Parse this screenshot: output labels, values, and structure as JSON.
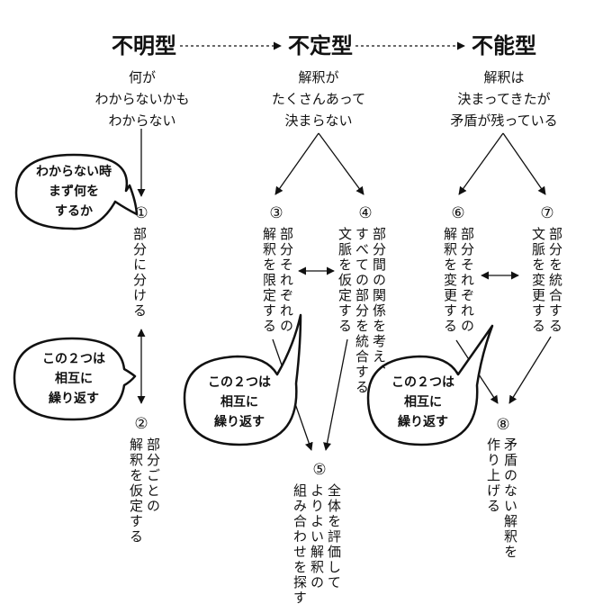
{
  "types": [
    {
      "title": "不明型",
      "description": [
        "何が",
        "わからないかも",
        "わからない"
      ]
    },
    {
      "title": "不定型",
      "description": [
        "解釈が",
        "たくさんあって",
        "決まらない"
      ]
    },
    {
      "title": "不能型",
      "description": [
        "解釈は",
        "決まってきたが",
        "矛盾が残っている"
      ]
    }
  ],
  "steps": [
    {
      "number": "①",
      "lines": [
        "部分に分ける"
      ]
    },
    {
      "number": "②",
      "lines": [
        "部分ごとの",
        "解釈を仮定する"
      ]
    },
    {
      "number": "③",
      "lines": [
        "部分それぞれの",
        "解釈を限定する"
      ]
    },
    {
      "number": "④",
      "lines": [
        "部分間の関係を考え、",
        "すべての部分を統合する",
        "文脈を仮定する"
      ]
    },
    {
      "number": "⑤",
      "lines": [
        "全体を評価して",
        "よりよい解釈の",
        "組み合わせを探す"
      ]
    },
    {
      "number": "⑥",
      "lines": [
        "部分それぞれの",
        "解釈を変更する"
      ]
    },
    {
      "number": "⑦",
      "lines": [
        "部分を統合する",
        "文脈を変更する"
      ]
    },
    {
      "number": "⑧",
      "lines": [
        "矛盾のない解釈を",
        "作り上げる"
      ]
    }
  ],
  "bubbles": {
    "unknown": [
      "わからない時",
      "まず何を",
      "するか"
    ],
    "repeat_left": [
      "この２つは",
      "相互に",
      "繰り返す"
    ],
    "repeat_mid": [
      "この２つは",
      "相互に",
      "繰り返す"
    ],
    "repeat_right": [
      "この２つは",
      "相互に",
      "繰り返す"
    ]
  }
}
